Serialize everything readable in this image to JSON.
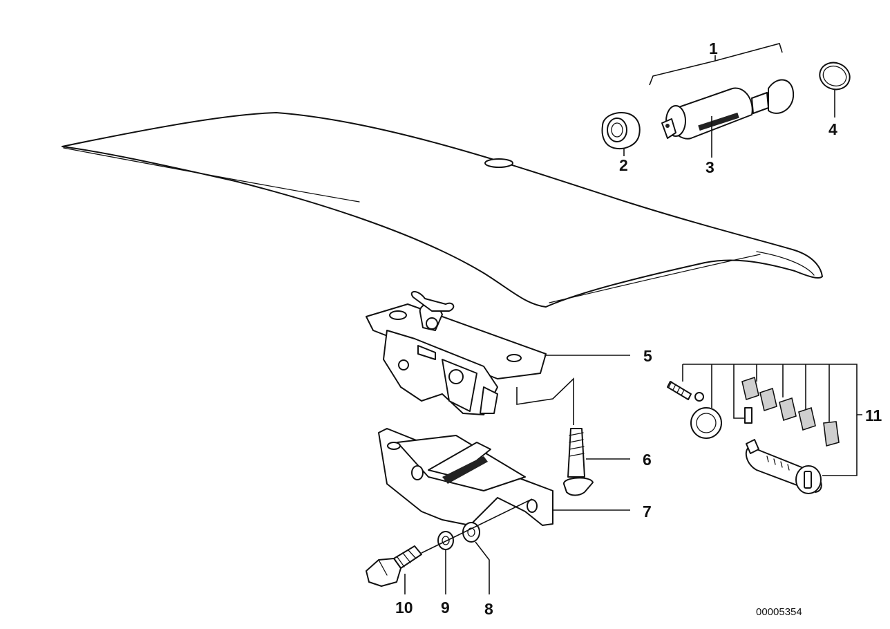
{
  "diagram": {
    "callouts": {
      "c1": "1",
      "c2": "2",
      "c3": "3",
      "c4": "4",
      "c5": "5",
      "c6": "6",
      "c7": "7",
      "c8": "8",
      "c9": "9",
      "c10": "10",
      "c11": "11"
    },
    "document_number": "00005354"
  }
}
